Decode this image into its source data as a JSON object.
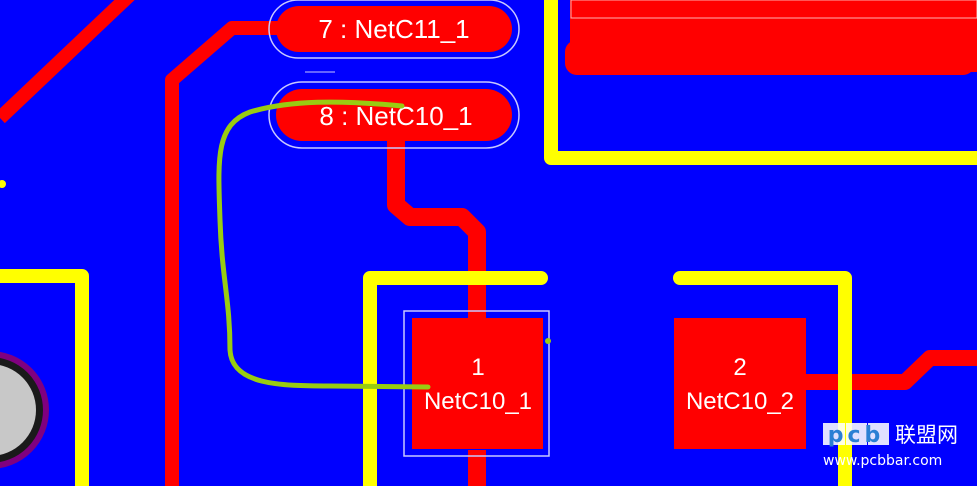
{
  "pads": {
    "pad7": {
      "number": "7",
      "net": "NetC11_1",
      "label": "7 : NetC11_1"
    },
    "pad8": {
      "number": "8",
      "net": "NetC10_1",
      "label": "8 : NetC10_1"
    },
    "padC1": {
      "number": "1",
      "net": "NetC10_1"
    },
    "padC2": {
      "number": "2",
      "net": "NetC10_2"
    }
  },
  "watermark": {
    "brand_box": "pcb",
    "brand_cn": "联盟网",
    "url": "www.pcbbar.com"
  },
  "colors": {
    "background": "#0000ff",
    "copper": "#ff0000",
    "silkscreen": "#ffff00",
    "ratsnest": "#99cc11",
    "pad_outline": "#c8c8ff"
  }
}
